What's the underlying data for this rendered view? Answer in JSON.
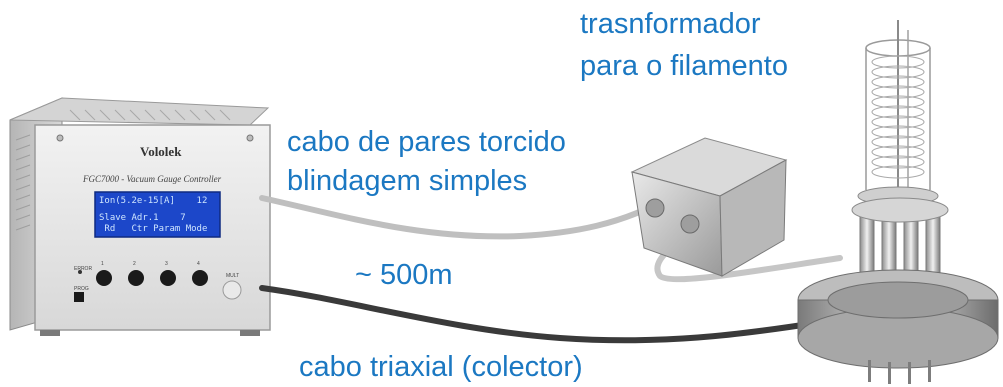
{
  "labels": {
    "transformer_line1": "trasnformador",
    "transformer_line2": "para o filamento",
    "twisted_pair_line1": "cabo de pares torcido",
    "twisted_pair_line2": "blindagem simples",
    "distance": "~ 500m",
    "triaxial": "cabo triaxial (colector)"
  },
  "controller": {
    "brand": "Vololek",
    "model_title": "FGC7000 - Vacuum Gauge Controller",
    "lcd_line1": "Ion(5.2e-15[A]    12",
    "lcd_line2": "Slave Adr.1    7",
    "lcd_line3": " Rd   Ctr Param Mode",
    "button_labels": [
      "1",
      "2",
      "3",
      "4"
    ],
    "left_labels": [
      "ERROR",
      "PROG"
    ],
    "right_label": "MULT"
  },
  "colors": {
    "label_text": "#1b78c2",
    "gray_cable": "#bfbfbf",
    "black_cable": "#3a3a3a",
    "lcd_background": "#1c47c9"
  }
}
